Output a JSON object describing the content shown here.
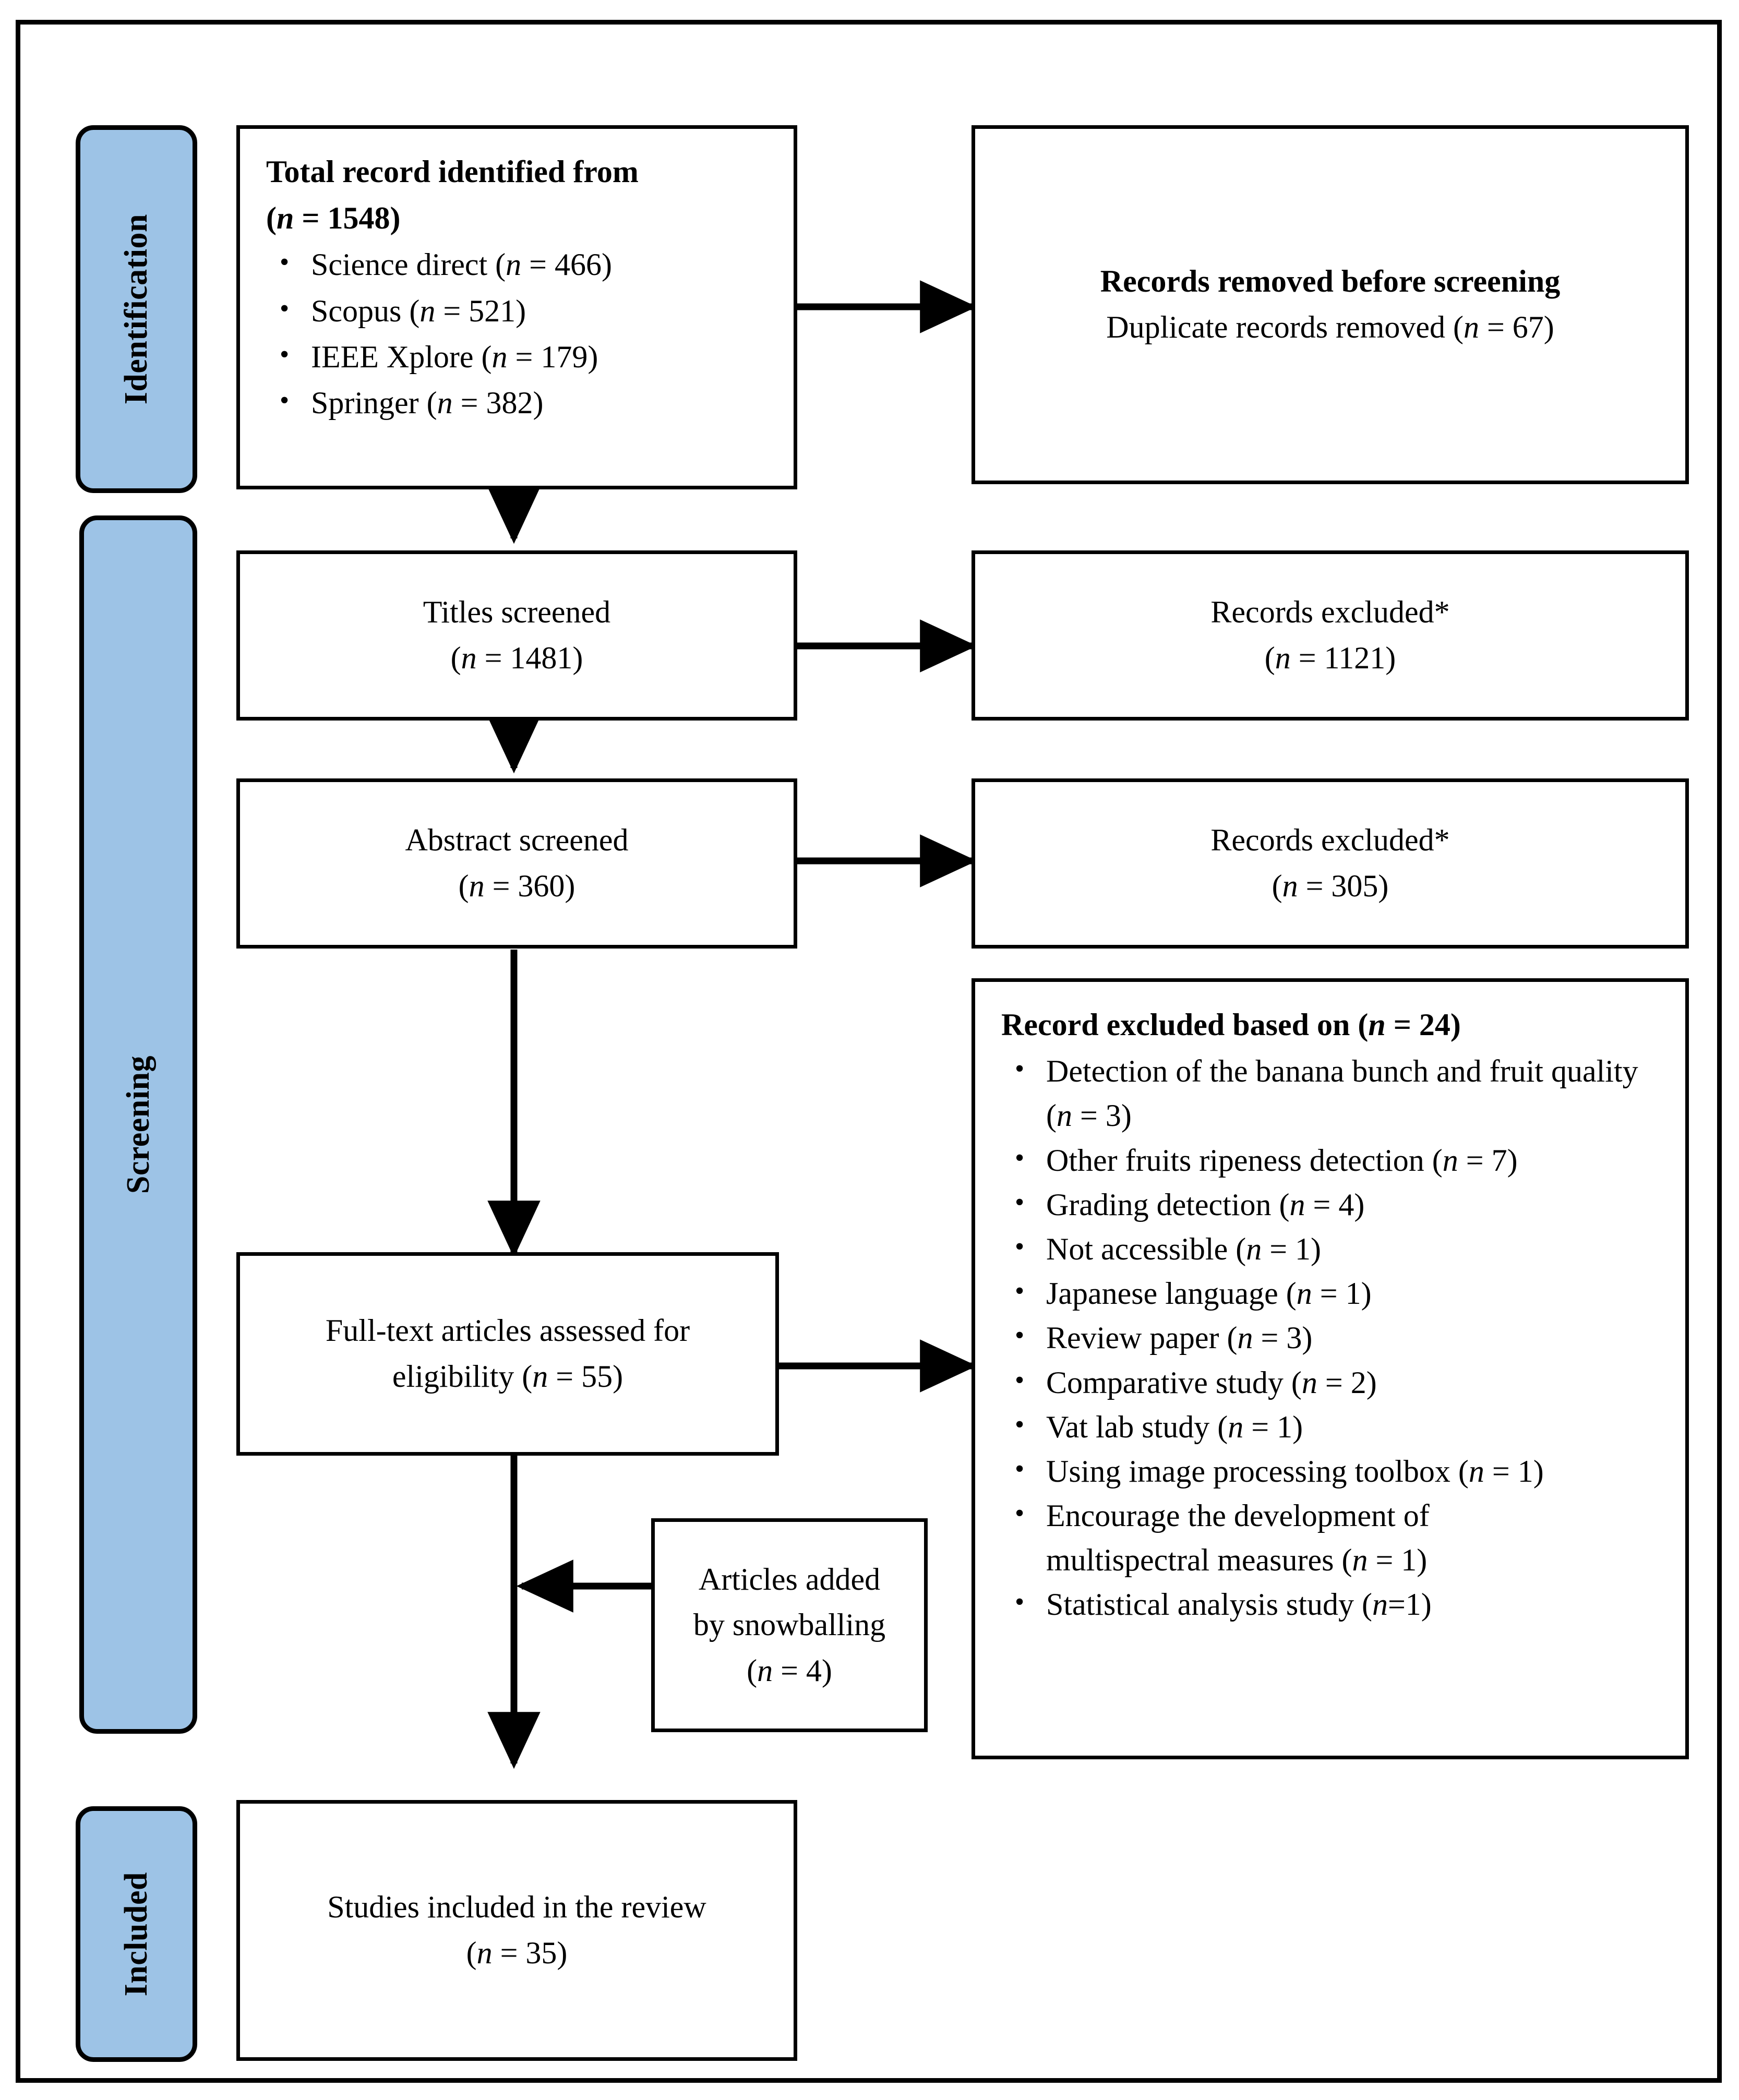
{
  "diagram": {
    "type": "prisma-flow-diagram",
    "stages": [
      {
        "id": "identification",
        "label": "Identification"
      },
      {
        "id": "screening",
        "label": "Screening"
      },
      {
        "id": "included",
        "label": "Included"
      }
    ],
    "colors": {
      "stage_bar_fill": "#9DC3E6",
      "border": "#000000",
      "box_fill": "#FFFFFF"
    },
    "nodes": {
      "total_records": {
        "title": "Total record identified from",
        "title_count": "(n = 1548)",
        "sources": [
          "Science direct (n = 466)",
          "Scopus (n = 521)",
          "IEEE Xplore (n = 179)",
          "Springer (n = 382)"
        ]
      },
      "records_removed": {
        "line1": "Records removed before screening",
        "line2": "Duplicate records removed (n = 67)"
      },
      "titles_screened": {
        "line1": "Titles screened",
        "line2": "(n = 1481)"
      },
      "titles_excluded": {
        "line1": "Records excluded*",
        "line2": "(n = 1121)"
      },
      "abstract_screened": {
        "line1": "Abstract screened",
        "line2": "(n = 360)"
      },
      "abstract_excluded": {
        "line1": "Records excluded*",
        "line2": "(n = 305)"
      },
      "fulltext_assessed": {
        "line1": "Full-text articles assessed for",
        "line2": "eligibility (n = 55)"
      },
      "record_excluded_reasons": {
        "title": "Record excluded based on (n = 24)",
        "reasons": [
          "Detection of the banana bunch and fruit quality (n = 3)",
          "Other fruits ripeness detection (n = 7)",
          "Grading detection (n = 4)",
          "Not accessible (n = 1)",
          "Japanese language (n = 1)",
          "Review paper (n = 3)",
          "Comparative study (n = 2)",
          "Vat lab study (n = 1)",
          "Using image processing toolbox (n = 1)",
          "Encourage the development of multispectral measures (n = 1)",
          "Statistical analysis study (n=1)"
        ]
      },
      "snowballing": {
        "line1": "Articles added",
        "line2": "by snowballing",
        "line3": "(n = 4)"
      },
      "studies_included": {
        "line1": "Studies included in the review",
        "line2": "(n = 35)"
      }
    },
    "counts": {
      "total_identified": 1548,
      "science_direct": 466,
      "scopus": 521,
      "ieee_xplore": 179,
      "springer": 382,
      "duplicates_removed": 67,
      "titles_screened": 1481,
      "titles_excluded": 1121,
      "abstract_screened": 360,
      "abstract_excluded": 305,
      "fulltext_assessed": 55,
      "fulltext_excluded": 24,
      "snowballing_added": 4,
      "studies_included": 35
    }
  }
}
